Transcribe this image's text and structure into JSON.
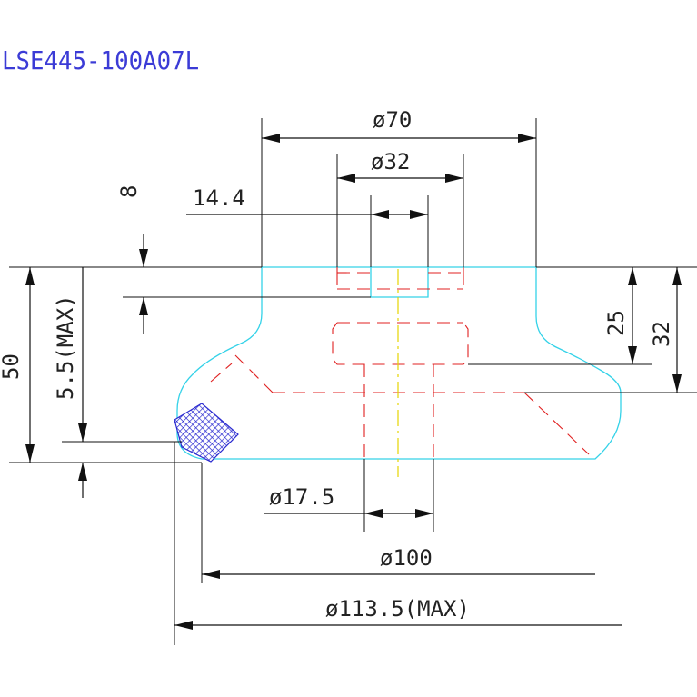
{
  "part_number": "LSE445-100A07L",
  "dimensions": {
    "d70": "ø70",
    "d32": "ø32",
    "w14_4": "14.4",
    "h8": "8",
    "h25": "25",
    "h32": "32",
    "h50": "50",
    "h5_5": "5.5(MAX)",
    "d17_5": "ø17.5",
    "d100": "ø100",
    "d113_5": "ø113.5(MAX)"
  },
  "colors": {
    "outline": "#34d2e8",
    "hidden": "#e02020",
    "centerline": "#e6d400",
    "seal_hatch": "#2a2ad0",
    "title": "#3b3bd6"
  }
}
